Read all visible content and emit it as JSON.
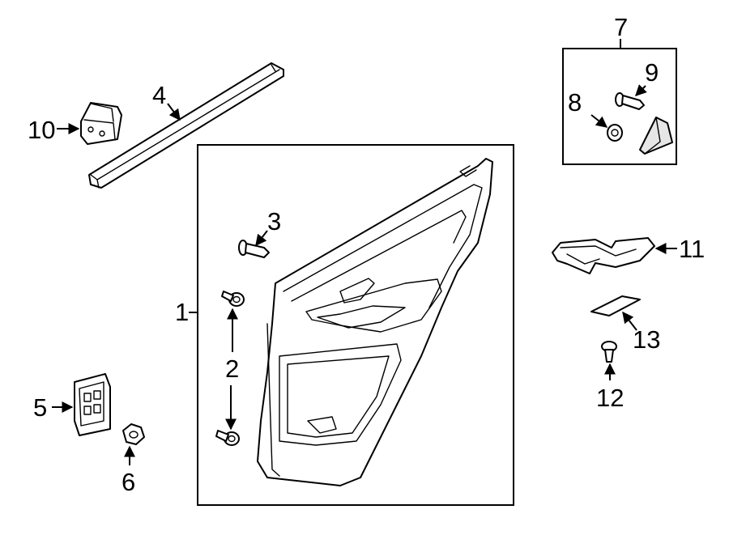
{
  "callouts": {
    "c1": "1",
    "c2": "2",
    "c3": "3",
    "c4": "4",
    "c5": "5",
    "c6": "6",
    "c7": "7",
    "c8": "8",
    "c9": "9",
    "c10": "10",
    "c11": "11",
    "c12": "12",
    "c13": "13"
  },
  "colors": {
    "line": "#000000",
    "background": "#ffffff",
    "shade": "#e6e6e6"
  }
}
